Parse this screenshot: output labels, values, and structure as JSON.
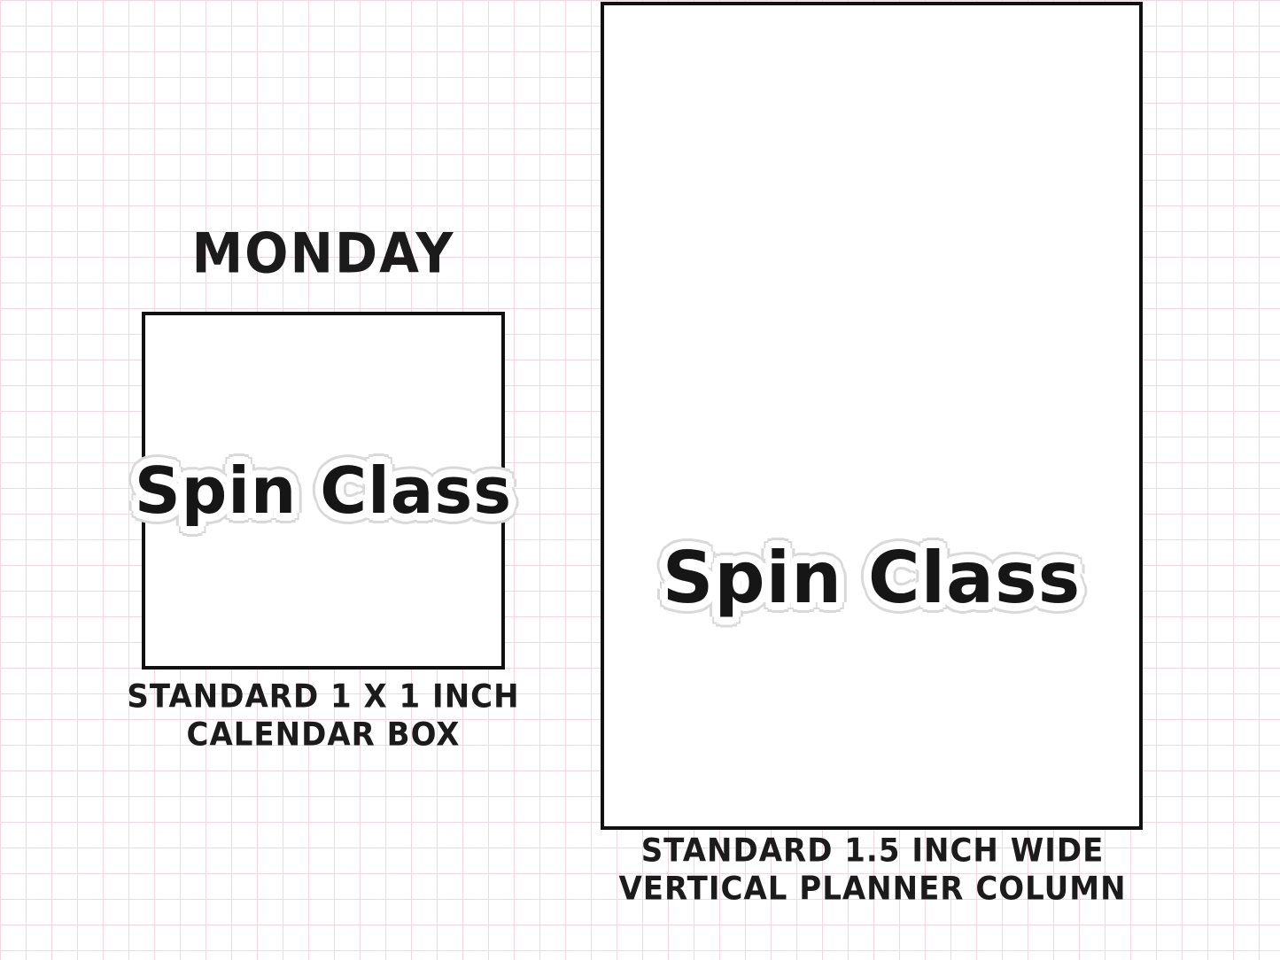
{
  "left_panel": {
    "heading": "MONDAY",
    "sticker_label": "Spin Class",
    "caption": {
      "line1": "STANDARD 1 X 1 INCH",
      "line2": "CALENDAR BOX"
    }
  },
  "right_panel": {
    "sticker_label": "Spin Class",
    "caption": {
      "line1": "STANDARD 1.5 INCH WIDE",
      "line2": "VERTICAL PLANNER COLUMN"
    }
  },
  "colors": {
    "background": "#ffffff",
    "grid_line": "#f2d8de",
    "box_border": "#111111",
    "text": "#1b1b1b",
    "sticker_fill": "#ffffff",
    "sticker_outline": "#d9d9d9"
  }
}
